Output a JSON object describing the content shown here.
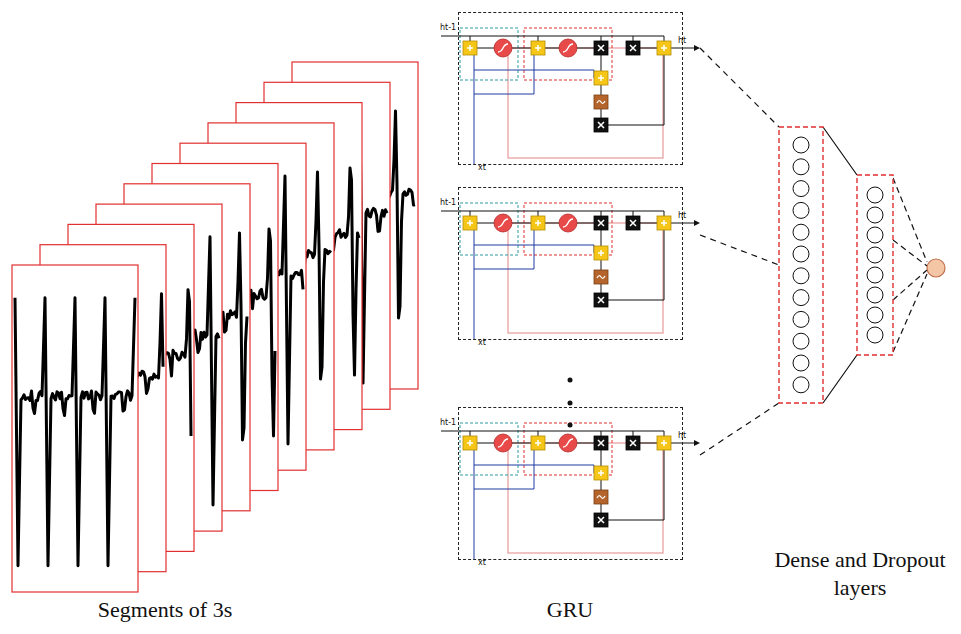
{
  "diagram": {
    "nodes": [
      {
        "text": [
          "ht-1",
          "ht",
          "xt"
        ]
      },
      {
        "text": [
          "ht-1",
          "ht",
          "xt"
        ]
      },
      {
        "text": [
          "ht-1",
          "ht",
          "xt"
        ]
      }
    ],
    "labels": [
      "Segments of 3s",
      "GRU",
      "Dense and Dropout layers"
    ]
  }
}
